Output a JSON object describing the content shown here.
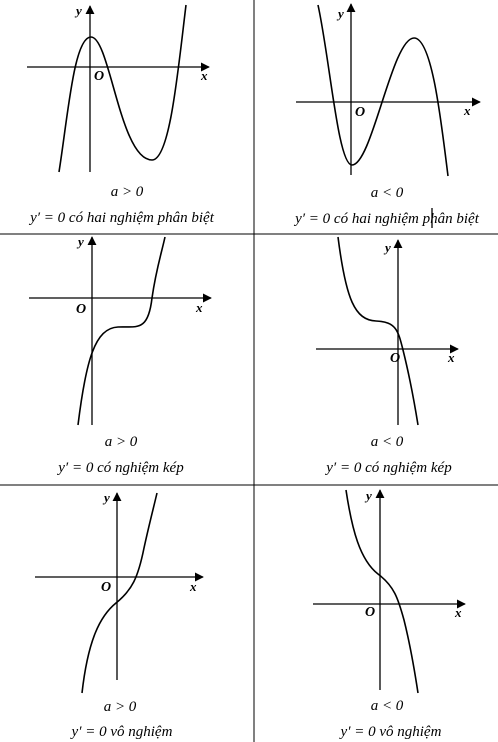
{
  "axis_labels": {
    "x": "x",
    "y": "y",
    "origin": "O"
  },
  "panels": [
    {
      "coef": "a > 0",
      "condition": "y′ = 0 có hai nghiệm phân biệt"
    },
    {
      "coef": "a < 0",
      "condition": "y′ = 0 có hai nghiệm phân biệt"
    },
    {
      "coef": "a > 0",
      "condition": "y′ = 0 có nghiệm kép"
    },
    {
      "coef": "a < 0",
      "condition": "y′ = 0 có nghiệm kép"
    },
    {
      "coef": "a > 0",
      "condition": "y′ = 0 vô nghiệm"
    },
    {
      "coef": "a < 0",
      "condition": "y′ = 0 vô nghiệm"
    }
  ]
}
